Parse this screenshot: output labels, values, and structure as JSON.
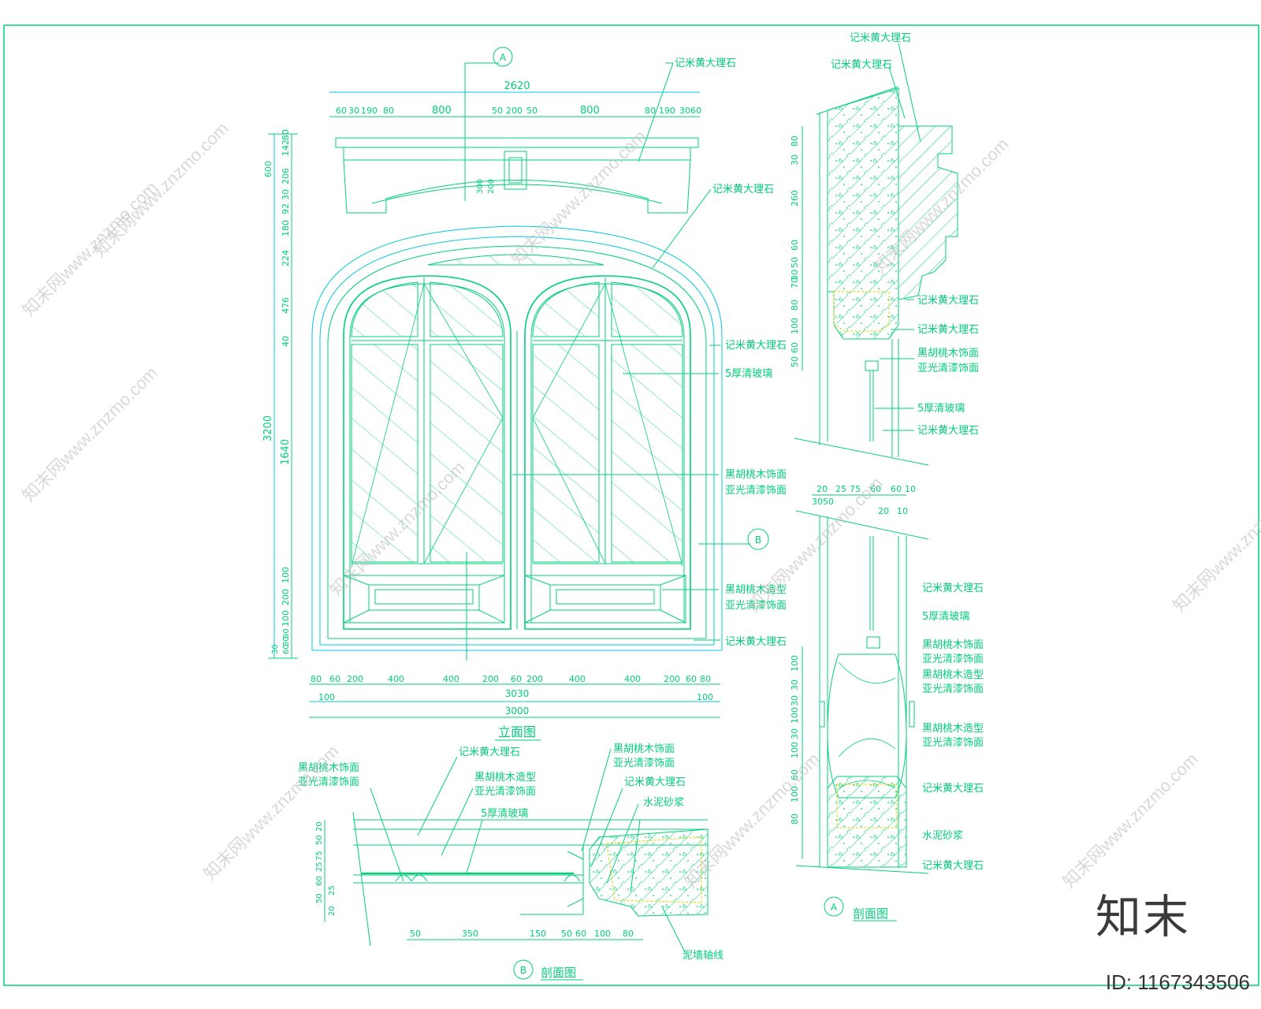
{
  "section_markers": {
    "a": "A",
    "b": "B"
  },
  "elevation": {
    "title": "立面图",
    "top_total": "2620",
    "top_dims": [
      "60",
      "30",
      "190",
      "80",
      "800",
      "50",
      "200",
      "50",
      "800",
      "80",
      "190",
      "30",
      "60"
    ],
    "vertical_total": "3200",
    "vertical_top": "600",
    "vertical_mid": "1640",
    "vertical_dims": [
      "142",
      "80",
      "206",
      "30",
      "92",
      "180",
      "224",
      "476",
      "40",
      "100",
      "200",
      "100",
      "90",
      "30",
      "60",
      "30"
    ],
    "header_dims": [
      "300",
      "200"
    ],
    "bottom_row": [
      "80",
      "60",
      "200",
      "400",
      "400",
      "200",
      "60",
      "200",
      "400",
      "400",
      "200",
      "60",
      "80"
    ],
    "bottom_inner": "3030",
    "bottom_sides": [
      "100",
      "100"
    ],
    "bottom_total": "3000",
    "labels": {
      "marble1": "记米黄大理石",
      "marble2": "记米黄大理石",
      "marble3": "记米黄大理石",
      "marble4": "记米黄大理石",
      "glass": "5厚清玻璃",
      "frame1": "黑胡桃木饰面",
      "frame2": "亚光清漆饰面",
      "panel1": "黑胡桃木造型",
      "panel2": "亚光清漆饰面"
    }
  },
  "section_a": {
    "title": "剖面图",
    "left_dims": [
      "30",
      "80",
      "260",
      "60",
      "50",
      "30",
      "70",
      "80",
      "100",
      "50",
      "60"
    ],
    "mid_dims_top": [
      "20",
      "25",
      "75",
      "60",
      "60",
      "10"
    ],
    "mid_dims_bot": [
      "30",
      "50",
      "20",
      "10"
    ],
    "lower_dims": [
      "100",
      "30",
      "30",
      "100",
      "30",
      "100",
      "60",
      "100",
      "80"
    ],
    "labels_top": [
      "记米黄大理石",
      "记米黄大理石",
      "记米黄大理石",
      "记米黄大理石",
      "黑胡桃木饰面",
      "亚光清漆饰面",
      "5厚清玻璃",
      "记米黄大理石"
    ],
    "labels_bot": [
      "记米黄大理石",
      "5厚清玻璃",
      "黑胡桃木饰面",
      "亚光清漆饰面",
      "黑胡桃木造型",
      "亚光清漆饰面",
      "黑胡桃木造型",
      "亚光清漆饰面",
      "记米黄大理石",
      "水泥砂浆",
      "记米黄大理石"
    ]
  },
  "section_b": {
    "title": "剖面图",
    "left_dims": [
      "20",
      "50",
      "75",
      "25",
      "60",
      "50",
      "25",
      "20"
    ],
    "bottom_dims": [
      "50",
      "350",
      "150",
      "50",
      "60",
      "100",
      "80"
    ],
    "labels": [
      "黑胡桃木饰面",
      "亚光清漆饰面",
      "记米黄大理石",
      "黑胡桃木造型",
      "亚光清漆饰面",
      "5厚清玻璃",
      "黑胡桃木饰面",
      "亚光清漆饰面",
      "记米黄大理石",
      "水泥砂浆",
      "泥墙轴线"
    ]
  },
  "watermark": {
    "site": "知末网www.znzmo.com",
    "brand": "知末",
    "id": "ID: 1167343506"
  },
  "colors": {
    "line": "#00d07a",
    "cyan": "#00c8d8",
    "yellow": "#d8d800",
    "bg": "#ffffff"
  }
}
